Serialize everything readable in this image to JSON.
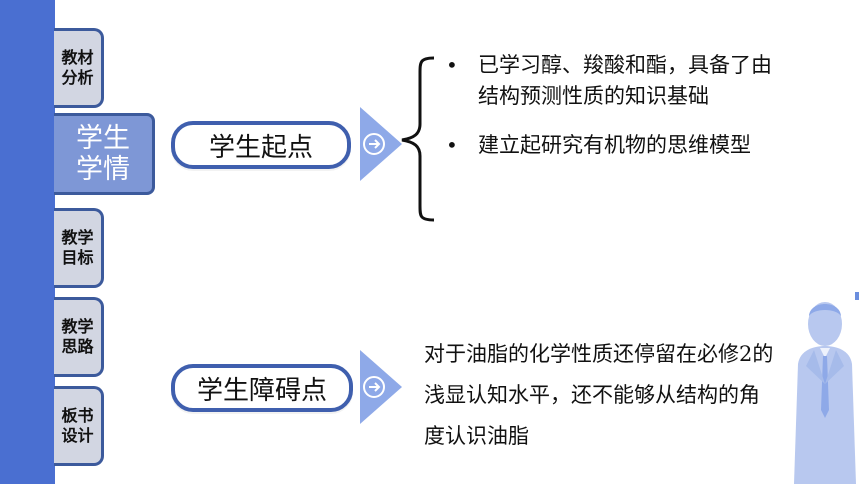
{
  "nav": {
    "tab1": "教材\n分析",
    "tab2": "学生\n学情",
    "tab3": "教学\n目标",
    "tab4": "教学\n思路",
    "tab5": "板书\n设计"
  },
  "section1": {
    "label": "学生起点",
    "bullets": [
      "已学习醇、羧酸和酯，具备了由结构预测性质的知识基础",
      "建立起研究有机物的思维模型"
    ]
  },
  "section2": {
    "label": "学生障碍点",
    "text": "对于油脂的化学性质还停留在必修2的浅显认知水平，还不能够从结构的角度认识油脂"
  },
  "colors": {
    "sidebar": "#4a6fd1",
    "active_tab": "#7e97d6",
    "tab": "#d2d6e2",
    "pill_border": "#3f5fae",
    "arrow": "#8ea9e8"
  }
}
